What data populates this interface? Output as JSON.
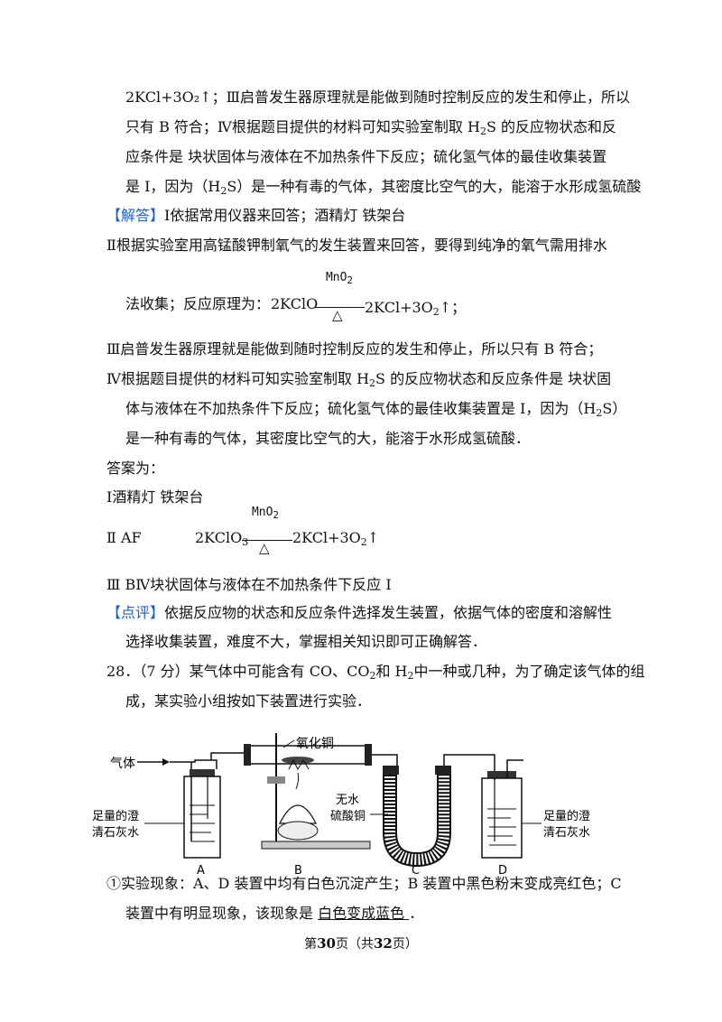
{
  "lines": {
    "l1": "2KCl+3O₂↑；Ⅲ启普发生器原理就是能做到随时控制反应的发生和停止，所以",
    "l2a": "只有 B 符合；Ⅳ根据题目提供的材料可知实验室制取 H",
    "l2b": "S 的反应物状态和反",
    "l3": "应条件是  块状固体与液体在不加热条件下反应；硫化氢气体的最佳收集装置",
    "l4a": "是  I，因为（H",
    "l4b": "S）是一种有毒的气体，其密度比空气的大，能溶于水形成氢硫酸",
    "jieda_tag": "【解答】",
    "jieda_text": "Ⅰ依据常用仪器来回答；酒精灯        铁架台",
    "l6": "Ⅱ根据实验室用高锰酸钾制氧气的发生装置来回答，要得到纯净的氧气需用排水",
    "l7_prefix": "法收集；反应原理为：",
    "l9": "Ⅲ启普发生器原理就是能做到随时控制反应的发生和停止，所以只有 B 符合；",
    "l10a": "Ⅳ根据题目提供的材料可知实验室制取 H",
    "l10b": "S 的反应物状态和反应条件是  块状固",
    "l11a": "体与液体在不加热条件下反应；硫化氢气体的最佳收集装置是 I，因为（H",
    "l11b": "S）",
    "l12": "是一种有毒的气体，其密度比空气的大，能溶于水形成氢硫酸．",
    "l13": "答案为：",
    "l14": "Ⅰ酒精灯        铁架台",
    "l15": "Ⅱ AF",
    "l16": "Ⅲ BⅣ块状固体与液体在不加热条件下反应 Ⅰ",
    "dianping_tag": "【点评】",
    "dianping_text": "依据反应物的状态和反应条件选择发生装置，依据气体的密度和溶解性",
    "l18": "选择收集装置，难度不大，掌握相关知识即可正确解答．",
    "l19a": "28．（7 分）某气体中可能含有 CO、CO",
    "l19b": "和 H",
    "l19c": "中一种或几种，为了确定该气体的组",
    "l20": "成，某实验小组按如下装置进行实验．",
    "l21": "①实验现象：A、D 装置中均有白色沉淀产生；B 装置中黑色粉末变成亮红色；C",
    "l22a": "装置中有明显现象，该现象是 ",
    "l22_fill": "   白色变成蓝色   ",
    "l22b": "．"
  },
  "sub2": "2",
  "equation1": {
    "left": "2KClO",
    "catalyst": "MnO",
    "catalyst_sub": "2",
    "heat": "△",
    "right": "2KCl+3O",
    "right_sub": "2",
    "arrow": "↑；"
  },
  "equation2": {
    "left": "2KClO",
    "left_sub": "3",
    "catalyst": "MnO",
    "catalyst_sub": "2",
    "heat": "△",
    "right": "2KCl+3O",
    "right_sub": "2",
    "arrow": "↑"
  },
  "diagram": {
    "gas_label": "气体",
    "copper_oxide_label": "氧化铜",
    "limewater_left": [
      "足量的澄",
      "清石灰水"
    ],
    "anhydrous_cuso4": [
      "无水",
      "硫酸铜"
    ],
    "limewater_right": [
      "足量的澄",
      "清石灰水"
    ],
    "labels": [
      "A",
      "B",
      "C",
      "D"
    ]
  },
  "footer": {
    "pre": "第",
    "page": "30",
    "mid": "页（共",
    "total": "32",
    "post": "页）"
  }
}
